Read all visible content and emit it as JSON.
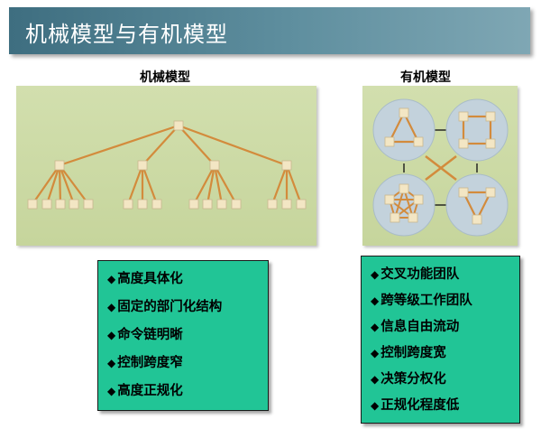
{
  "title": "机械模型与有机模型",
  "mechanistic": {
    "title": "机械模型",
    "items": [
      "高度具体化",
      "固定的部门化结构",
      "命令链明晰",
      "控制跨度窄",
      "高度正规化"
    ]
  },
  "organic": {
    "title": "有机模型",
    "items": [
      "交叉功能团队",
      "跨等级工作团队",
      "信息自由流动",
      "控制跨度宽",
      "决策分权化",
      "正规化程度低"
    ]
  },
  "bullet_symbol": "◆",
  "colors": {
    "title_bar": "#4f7f90",
    "panel_bg": "#cddaa6",
    "node_fill": "#f3e6c4",
    "line": "#d38b3c",
    "circle_fill": "#c3d2dc",
    "list_bg": "#21c596"
  }
}
